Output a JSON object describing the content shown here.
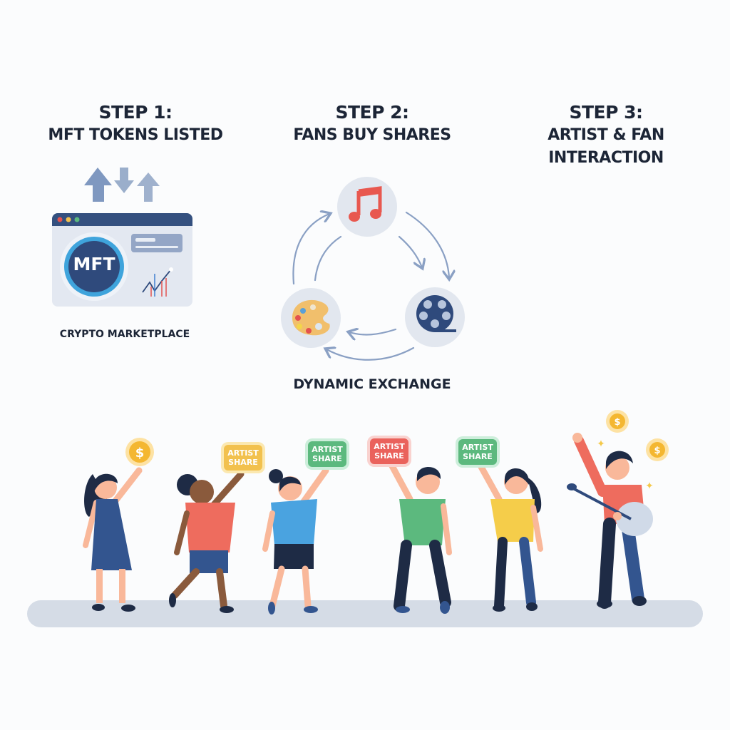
{
  "steps": [
    {
      "heading": "STEP 1:",
      "title_lines": [
        "MFT TOKENS LISTED"
      ],
      "caption": "CRYPTO MARKETPLACE"
    },
    {
      "heading": "STEP 2:",
      "title_lines": [
        "FANS BUY SHARES"
      ],
      "caption": "DYNAMIC EXCHANGE"
    },
    {
      "heading": "STEP 3:",
      "title_lines": [
        "ARTIST & FAN",
        "INTERACTION"
      ]
    }
  ],
  "marketplace": {
    "token_label": "MFT",
    "icons": [
      "arrow-up-icon",
      "arrow-down-icon",
      "arrow-up-icon",
      "window-dots",
      "mft-coin",
      "price-chart"
    ]
  },
  "exchange": {
    "nodes": [
      "music-note-icon",
      "film-reel-icon",
      "palette-icon"
    ]
  },
  "crowd": {
    "signs": [
      {
        "text_lines": [
          "ARTIST",
          "SHARE"
        ],
        "color": "#f2c14e"
      },
      {
        "text_lines": [
          "ARTIST",
          "SHARE"
        ],
        "color": "#5cb97e"
      },
      {
        "text_lines": [
          "ARTIST",
          "SHARE"
        ],
        "color": "#ea625c"
      },
      {
        "text_lines": [
          "ARTIST",
          "SHARE"
        ],
        "color": "#5cb97e"
      }
    ],
    "coin_symbol": "$"
  },
  "colors": {
    "text": "#1c2536",
    "navy": "#2f4a7c",
    "arrow": "#8aa0c4",
    "ground": "#d5dce6",
    "coin": "#f4b731"
  }
}
